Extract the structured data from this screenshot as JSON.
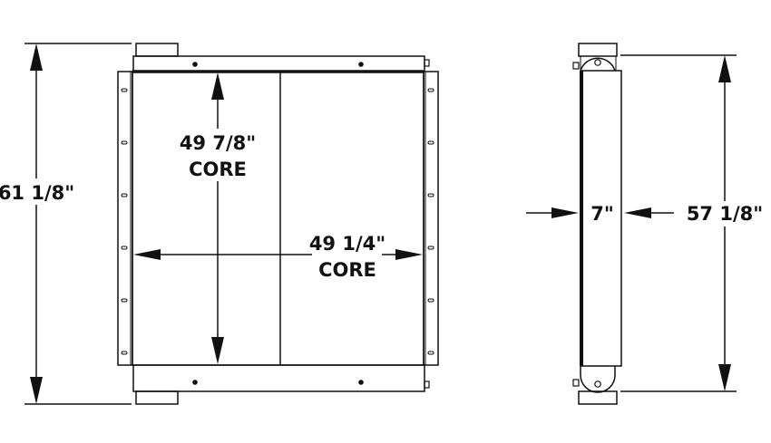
{
  "drawing": {
    "type": "technical-drawing",
    "subject": "heat exchanger / radiator core",
    "colors": {
      "line": "#111111",
      "background": "#ffffff"
    },
    "front_view": {
      "overall_height": "61 1/8\"",
      "core_height": {
        "value": "49 7/8\"",
        "label": "CORE"
      },
      "core_width": {
        "value": "49 1/4\"",
        "label": "CORE"
      },
      "mounting_slots_per_side": 6,
      "tank_bolts_per_tank": 2
    },
    "side_view": {
      "depth": "7\"",
      "height": "57 1/8\""
    }
  }
}
